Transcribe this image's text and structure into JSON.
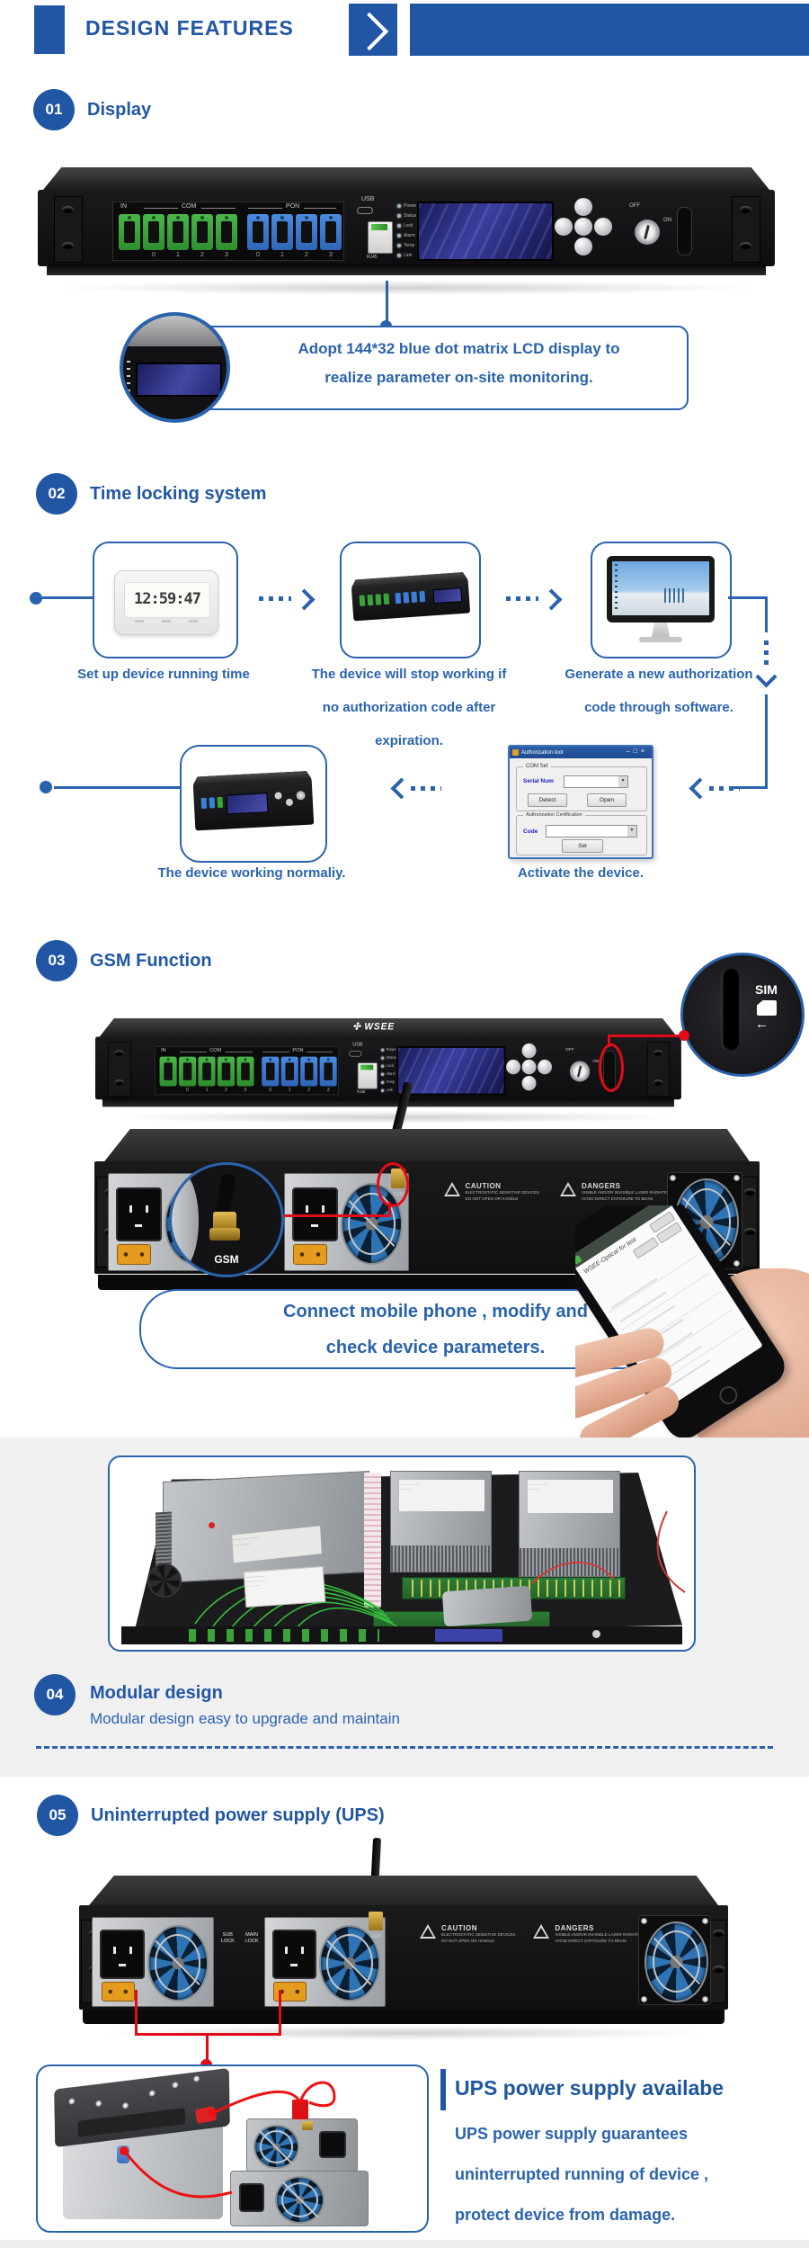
{
  "colors": {
    "accent": "#2156a5",
    "flow_blue": "#2a63ad",
    "red": "#e30b17",
    "lcd_blue": "#3a3f9e"
  },
  "header": {
    "title": "DESIGN FEATURES"
  },
  "sections": {
    "s1": {
      "num": "01",
      "title": "Display",
      "callout_line1": "Adopt 144*32 blue dot matrix LCD display to",
      "callout_line2": "realize parameter on-site monitoring."
    },
    "s2": {
      "num": "02",
      "title": "Time locking system",
      "clock_time": "12:59:47",
      "caption1": "Set up device running time",
      "caption2_line1": "The device will stop working if",
      "caption2_line2": "no authorization code after",
      "caption2_line3": "expiration.",
      "caption3_line1": "Generate a new authorization",
      "caption3_line2": "code through software.",
      "caption4": "Activate the device.",
      "caption5": "The device working normaliy.",
      "auth_tool": {
        "title": "Authorization tool",
        "min": "–",
        "max": "□",
        "close": "×",
        "group1": "COM Set",
        "serial_label": "Serial Num",
        "detect_btn": "Detect",
        "open_btn": "Open",
        "group2": "Authorization Certification",
        "code_label": "Code",
        "set_btn": "Set"
      }
    },
    "s3": {
      "num": "03",
      "title": "GSM Function",
      "brand": "WSEE",
      "sim_label": "SIM",
      "gsm_label": "GSM",
      "bubble_line1": "Connect mobile phone , modify and",
      "bubble_line2": "check device parameters.",
      "phone_title": "WSEE-Optical for test"
    },
    "s4": {
      "num": "04",
      "title": "Modular design",
      "subtitle": "Modular design easy to upgrade and maintain"
    },
    "s5": {
      "num": "05",
      "title": "Uninterrupted power supply (UPS)",
      "ups_heading": "UPS power supply availabe",
      "ups_line1": "UPS power supply guarantees",
      "ups_line2": "uninterrupted running of device ,",
      "ups_line3": "protect device from damage."
    }
  },
  "device_front": {
    "in_label": "IN",
    "com_label": "COM",
    "pon_label": "PON",
    "port_numbers": [
      "0",
      "1",
      "2",
      "3"
    ],
    "usb_label": "USB",
    "rj45_label": "RJ45",
    "leds": [
      "Power",
      "Status",
      "Lock",
      "Alarm",
      "Temp",
      "Link"
    ],
    "off_label": "OFF",
    "on_label": "ON"
  },
  "device_rear": {
    "caution_title": "CAUTION",
    "caution_line1": "ELECTROSTATIC SENSITIVE DEVICES",
    "caution_line2": "DO NOT OPEN OR HANDLE",
    "dangers_title": "DANGERS",
    "dangers_line1": "VISIBLE AND/OR INVISIBLE LASER RADIATION",
    "dangers_line2": "AVOID DIRECT EXPOSURE TO BEAM",
    "sub_lock": "SUB LOCK",
    "main_lock": "MAIN LOCK",
    "gsm_label": "GSM"
  }
}
